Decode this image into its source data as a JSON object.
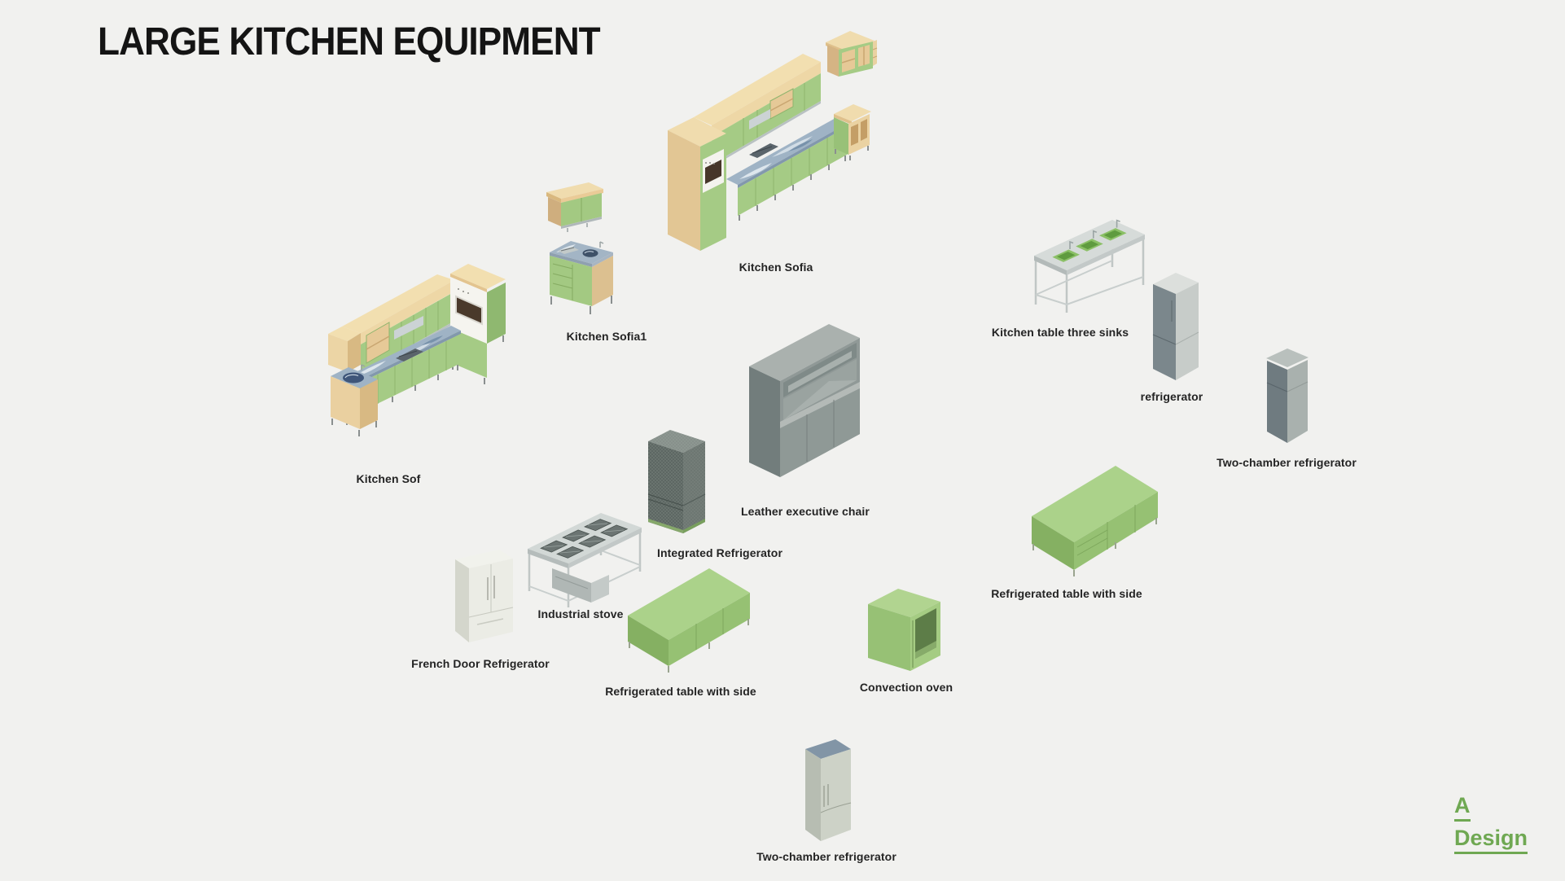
{
  "page": {
    "title": "LARGE KITCHEN EQUIPMENT"
  },
  "logo": {
    "line1": "A",
    "line2": "Design",
    "color": "#6fa852"
  },
  "colors": {
    "background": "#f1f1ef",
    "accent_green": "#6fa852",
    "cabinet_green": "#a5cb85",
    "wood_tan": "#eed7a6",
    "marble_blue": "#9fb3c5",
    "metal_gray": "#c9cfcd",
    "appliance_gray": "#8f9996"
  },
  "items": [
    {
      "id": "kitchen-sofia",
      "label": "Kitchen Sofia"
    },
    {
      "id": "kitchen-sofia1",
      "label": "Kitchen Sofia1"
    },
    {
      "id": "kitchen-sof",
      "label": "Kitchen Sof"
    },
    {
      "id": "kitchen-table-three-sinks",
      "label": "Kitchen table three sinks"
    },
    {
      "id": "refrigerator",
      "label": "refrigerator"
    },
    {
      "id": "two-chamber-refrigerator-right",
      "label": "Two-chamber refrigerator"
    },
    {
      "id": "leather-executive-chair",
      "label": "Leather executive chair"
    },
    {
      "id": "integrated-refrigerator",
      "label": "Integrated Refrigerator"
    },
    {
      "id": "industrial-stove",
      "label": "Industrial stove"
    },
    {
      "id": "french-door-refrigerator",
      "label": "French Door Refrigerator"
    },
    {
      "id": "refrigerated-table-with-side-center",
      "label": "Refrigerated table with side"
    },
    {
      "id": "convection-oven",
      "label": "Convection oven"
    },
    {
      "id": "refrigerated-table-with-side-right",
      "label": "Refrigerated table with side"
    },
    {
      "id": "two-chamber-refrigerator-bottom",
      "label": "Two-chamber refrigerator"
    }
  ]
}
